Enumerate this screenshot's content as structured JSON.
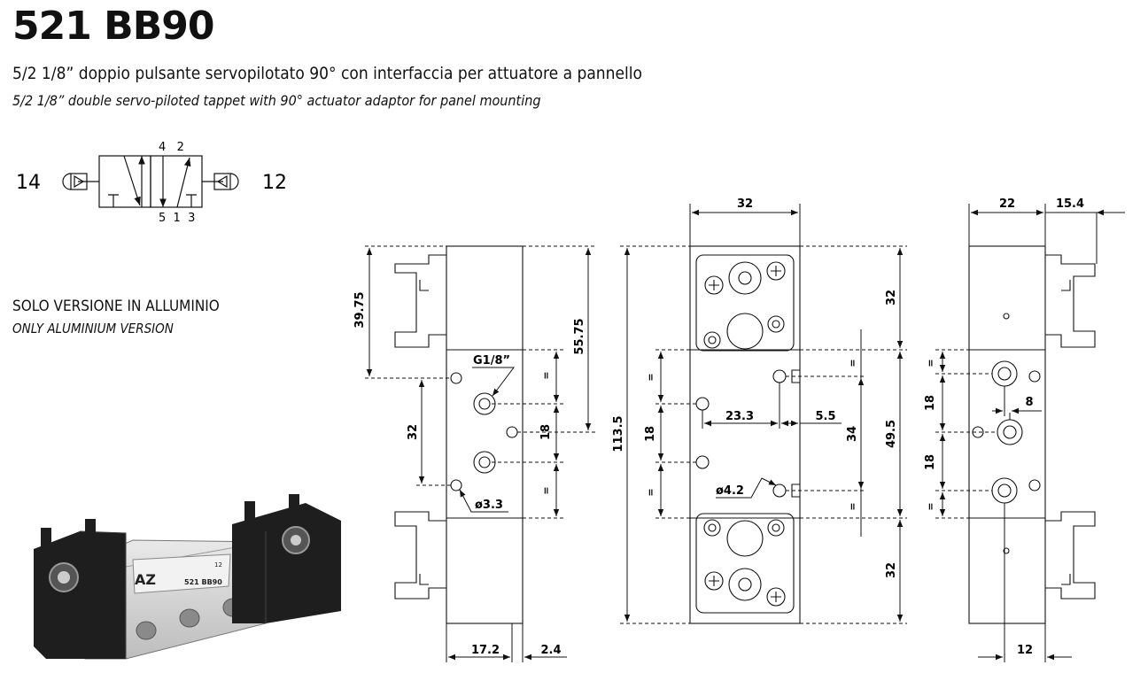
{
  "header": {
    "title": "521 BB90",
    "subtitle_it": "5/2 1/8” doppio pulsante servopilotato 90° con interfaccia per attuatore a pannello",
    "subtitle_en": "5/2 1/8” double servo-piloted tappet with 90° actuator adaptor for panel mounting"
  },
  "note": {
    "it": "SOLO VERSIONE IN ALLUMINIO",
    "en": "ONLY ALUMINIUM VERSION"
  },
  "symbol": {
    "left_port": "14",
    "right_port": "12",
    "top_ports": "4   2",
    "bottom_ports": "5  1  3"
  },
  "photo": {
    "brand": "AZ",
    "model": "521 BB90",
    "plate_small": "12"
  },
  "dimensions": {
    "side_top": "39.75",
    "side_mid": "32",
    "side_total_right": "55.75",
    "thread": "G1/8”",
    "side_port_pitch": "18",
    "hole_small": "ø3.3",
    "side_width": "17.2",
    "side_offset": "2.4",
    "front_width": "32",
    "front_total": "113.5",
    "front_pitch": "18",
    "front_hole_span": "23.3",
    "front_hole_off": "5.5",
    "front_hole": "ø4.2",
    "front_inner": "34",
    "front_mid": "49.5",
    "front_top": "32",
    "front_bottom": "32",
    "end_width": "22",
    "end_offset": "15.4",
    "end_pitch_top": "18",
    "end_pitch_bottom": "18",
    "end_port_off": "8",
    "end_bottom": "12",
    "equal_sign": "="
  }
}
